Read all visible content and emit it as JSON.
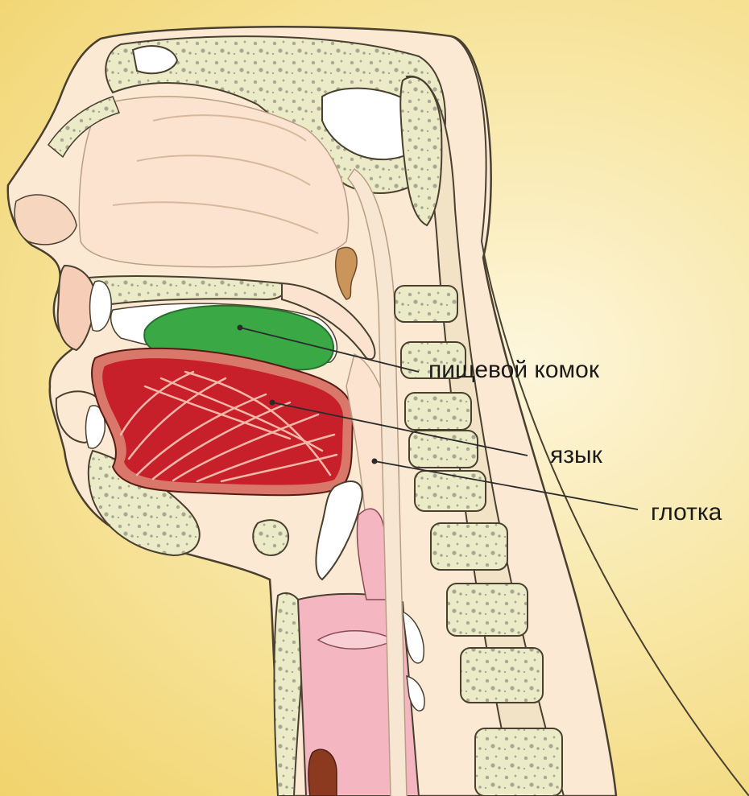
{
  "labels": {
    "bolus": "пищевой комок",
    "tongue": "язык",
    "pharynx": "глотка"
  },
  "colors": {
    "background": "#f8e7a6",
    "skin": "#fbe9d4",
    "bone": "#ecebc8",
    "bone_outline": "#6f6a55",
    "bolus": "#3aa845",
    "tongue": "#c8202a",
    "tongue_rim": "#d8776a",
    "esophagus": "#f4b6c0",
    "leader_line": "#2b2b2b"
  }
}
